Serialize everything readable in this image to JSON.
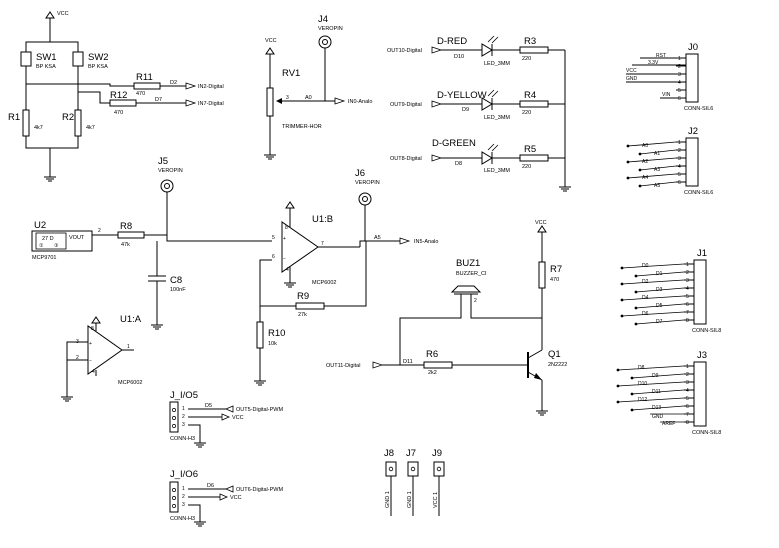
{
  "power": {
    "vcc": "VCC",
    "gnd": "GND"
  },
  "labels": {
    "sw1": "SW1",
    "sw2": "SW2",
    "sw_value": "BP KSA",
    "r1": "R1",
    "r1_value": "4k7",
    "r2": "R2",
    "r2_value": "4k7",
    "r11": "R11",
    "r11_value": "470",
    "r12": "R12",
    "r12_value": "470",
    "in2": "IN2-Digital",
    "in7": "IN7-Digital",
    "d2": "D2",
    "d7": "D7",
    "rv1": "RV1",
    "rv1_value": "TRIMMER-HOR",
    "pin3": "3",
    "a0": "A0",
    "in0": "IN0-Analo",
    "j4": "J4",
    "veropin": "VEROPIN",
    "dred": "D-RED",
    "dyellow": "D-YELLOW",
    "dgreen": "D-GREEN",
    "led": "LED_3MM",
    "out10": "OUT10-Digital",
    "out9": "OUT9-Digital",
    "out8": "OUT8-Digital",
    "d10": "D10",
    "d9": "D9",
    "d8": "D8",
    "r3": "R3",
    "r4": "R4",
    "r5": "R5",
    "r220": "220",
    "j5": "J5",
    "j6": "J6",
    "u2": "U2",
    "u2_body": "27 D",
    "vout": "VOUT",
    "mcp9701": "MCP9701",
    "pin2": "2",
    "r8": "R8",
    "r8_value": "47k",
    "c8": "C8",
    "c8_value": "100nF",
    "u1b": "U1:B",
    "u1a": "U1:A",
    "mcp6002": "MCP6002",
    "r9": "R9",
    "r9_value": "27k",
    "r10": "R10",
    "r10_value": "10k",
    "a5": "A5",
    "in5": "IN5-Analo",
    "buz1": "BUZ1",
    "buzzer": "BUZZER_CI",
    "r7": "R7",
    "r7_value": "470",
    "r6": "R6",
    "r6_value": "2k2",
    "q1": "Q1",
    "q1_value": "2N2222",
    "out11": "OUT11-Digital",
    "d11": "D11",
    "jio5": "J_I/O5",
    "jio6": "J_I/O6",
    "connh3": "CONN-H3",
    "d5": "D5",
    "d6": "D6",
    "out5": "OUT5-Digital-PWM",
    "out6": "OUT6-Digital-PWM",
    "j8": "J8",
    "j7": "J7",
    "j9": "J9",
    "gnd1": "GND 1",
    "vcc1": "VCC 1",
    "j0": "J0",
    "j1": "J1",
    "j2": "J2",
    "j3": "J3",
    "conn_sil6": "CONN-SIL6",
    "conn_sil8": "CONN-SIL8",
    "rst": "RST",
    "v33": "3.3V",
    "vin": "VIN",
    "aref": "AREF"
  },
  "op_pins": {
    "u1b": [
      "8",
      "5",
      "6",
      "4",
      "7"
    ],
    "u1a": [
      "8",
      "3",
      "2",
      "4",
      "1"
    ]
  },
  "header_pins": {
    "j0": [
      "1",
      "2",
      "3",
      "4",
      "5",
      "6"
    ],
    "j2": [
      "1",
      "2",
      "3",
      "4",
      "5",
      "6"
    ],
    "j1": [
      "1",
      "2",
      "3",
      "4",
      "5",
      "6",
      "7",
      "8"
    ],
    "j3": [
      "1",
      "2",
      "3",
      "4",
      "5",
      "6",
      "7",
      "8"
    ],
    "jio": [
      "1",
      "2",
      "3"
    ]
  },
  "signals": {
    "j2": [
      "A0",
      "A1",
      "A2",
      "A3",
      "A4",
      "A5"
    ],
    "j1": [
      "D0",
      "D1",
      "D2",
      "D3",
      "D4",
      "D5",
      "D6",
      "D7"
    ],
    "j3": [
      "D8",
      "D9",
      "D10",
      "D11",
      "D12",
      "D13"
    ]
  }
}
